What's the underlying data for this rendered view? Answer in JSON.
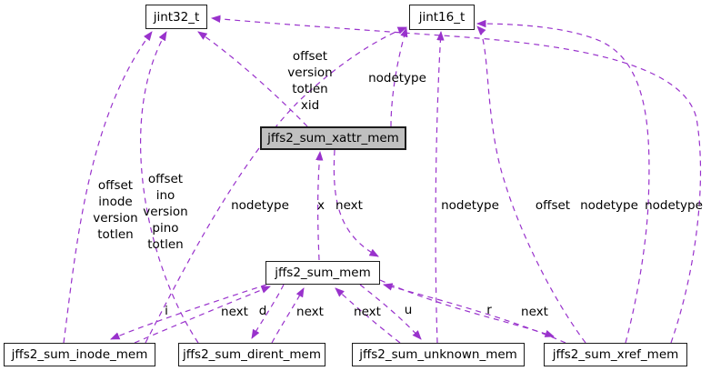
{
  "diagram_type": "doxygen-collaboration-graph",
  "colors": {
    "edge": "#9932cc",
    "node_border": "#1c1c1c",
    "node_fill": "#ffffff",
    "highlighted_node_fill": "#c0c0c0",
    "text": "#000000",
    "background": "#ffffff"
  },
  "nodes": {
    "jint32": {
      "label": "jint32_t"
    },
    "jint16": {
      "label": "jint16_t"
    },
    "xattr": {
      "label": "jffs2_sum_xattr_mem",
      "highlighted": true
    },
    "sum": {
      "label": "jffs2_sum_mem"
    },
    "inode": {
      "label": "jffs2_sum_inode_mem"
    },
    "dirent": {
      "label": "jffs2_sum_dirent_mem"
    },
    "unknown": {
      "label": "jffs2_sum_unknown_mem"
    },
    "xref": {
      "label": "jffs2_sum_xref_mem"
    }
  },
  "edge_labels": [
    {
      "text": "offset\ninode\nversion\ntotlen"
    },
    {
      "text": "offset\nino\nversion\npino\ntotlen"
    },
    {
      "text": "offset\nversion\ntotlen\nxid"
    },
    {
      "text": "nodetype"
    },
    {
      "text": "nodetype"
    },
    {
      "text": "x"
    },
    {
      "text": "next"
    },
    {
      "text": "nodetype"
    },
    {
      "text": "offset"
    },
    {
      "text": "nodetype"
    },
    {
      "text": "nodetype"
    },
    {
      "text": "i"
    },
    {
      "text": "next"
    },
    {
      "text": "d"
    },
    {
      "text": "next"
    },
    {
      "text": "next"
    },
    {
      "text": "u"
    },
    {
      "text": "r"
    },
    {
      "text": "next"
    }
  ]
}
